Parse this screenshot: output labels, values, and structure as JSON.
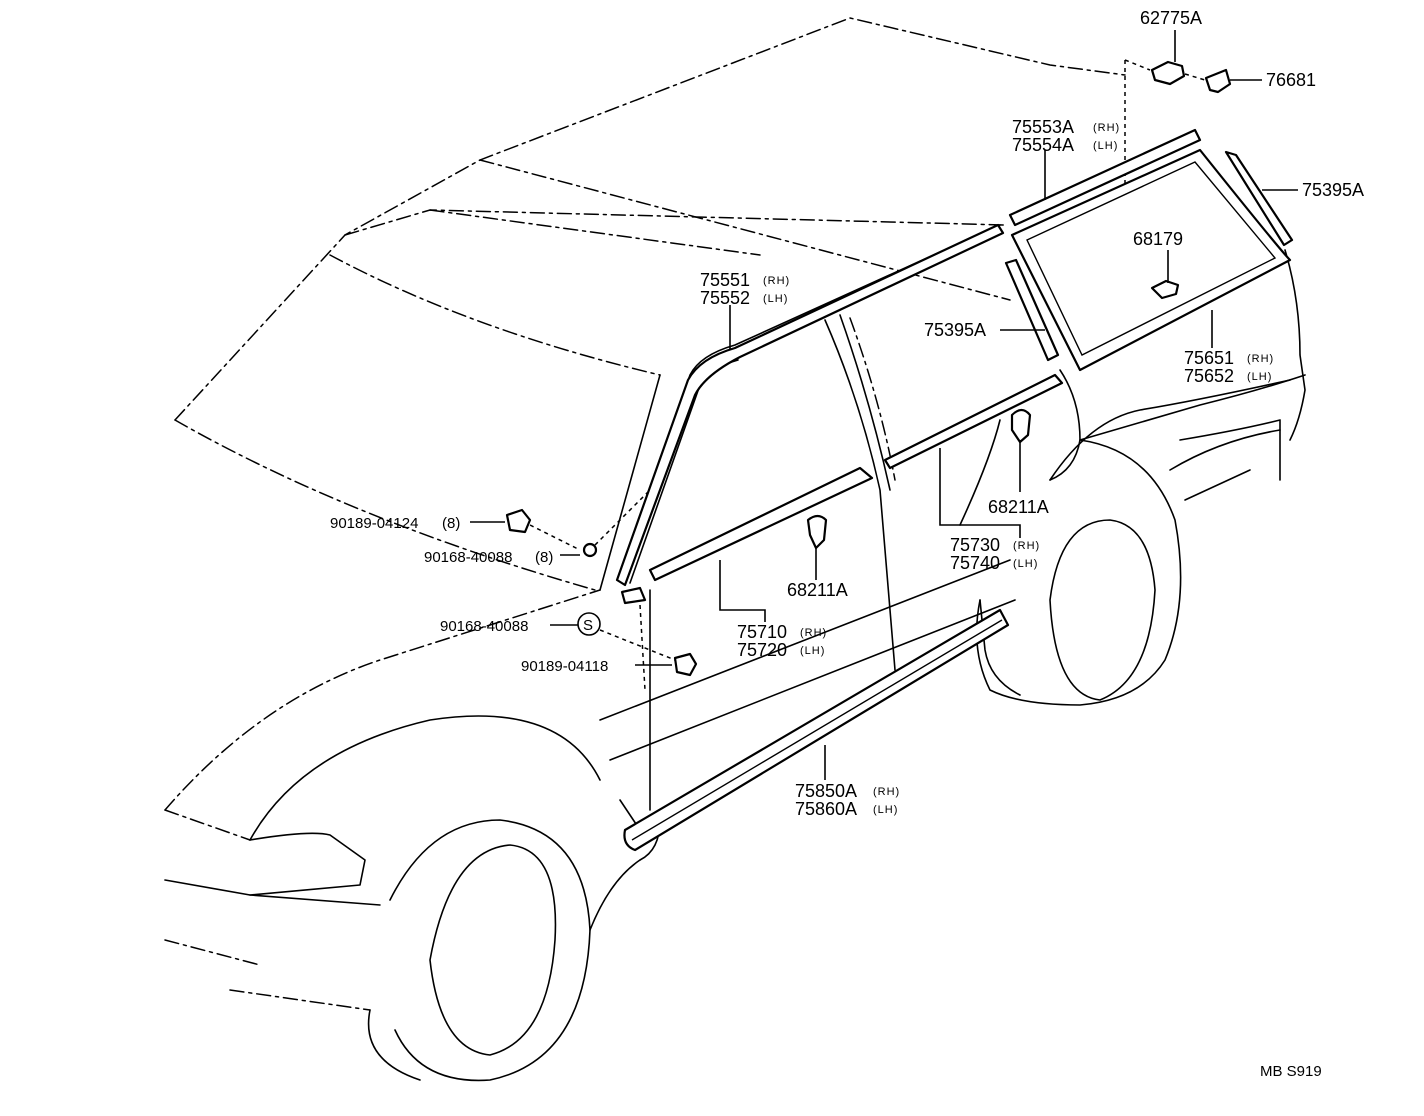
{
  "labels": {
    "p62775A": "62775A",
    "p76681": "76681",
    "p75553A": "75553A",
    "p75553A_side": "(RH)",
    "p75554A": "75554A",
    "p75554A_side": "(LH)",
    "p75395A_rear": "75395A",
    "p68179": "68179",
    "p75551": "75551",
    "p75551_side": "(RH)",
    "p75552": "75552",
    "p75552_side": "(LH)",
    "p75395A_front": "75395A",
    "p75651": "75651",
    "p75651_side": "(RH)",
    "p75652": "75652",
    "p75652_side": "(LH)",
    "p68211A_rear": "68211A",
    "p90189_04124": "90189-04124",
    "p90189_04124_qty": "(8)",
    "p90168_40088_a": "90168-40088",
    "p90168_40088_a_qty": "(8)",
    "p75730": "75730",
    "p75730_side": "(RH)",
    "p75740": "75740",
    "p75740_side": "(LH)",
    "p68211A_front": "68211A",
    "p90168_40088_b": "90168-40088",
    "symbol_s": "S",
    "p75710": "75710",
    "p75710_side": "(RH)",
    "p75720": "75720",
    "p75720_side": "(LH)",
    "p90189_04118": "90189-04118",
    "p75850A": "75850A",
    "p75850A_side": "(RH)",
    "p75860A": "75860A",
    "p75860A_side": "(LH)",
    "diagram_code": "MB S919"
  }
}
